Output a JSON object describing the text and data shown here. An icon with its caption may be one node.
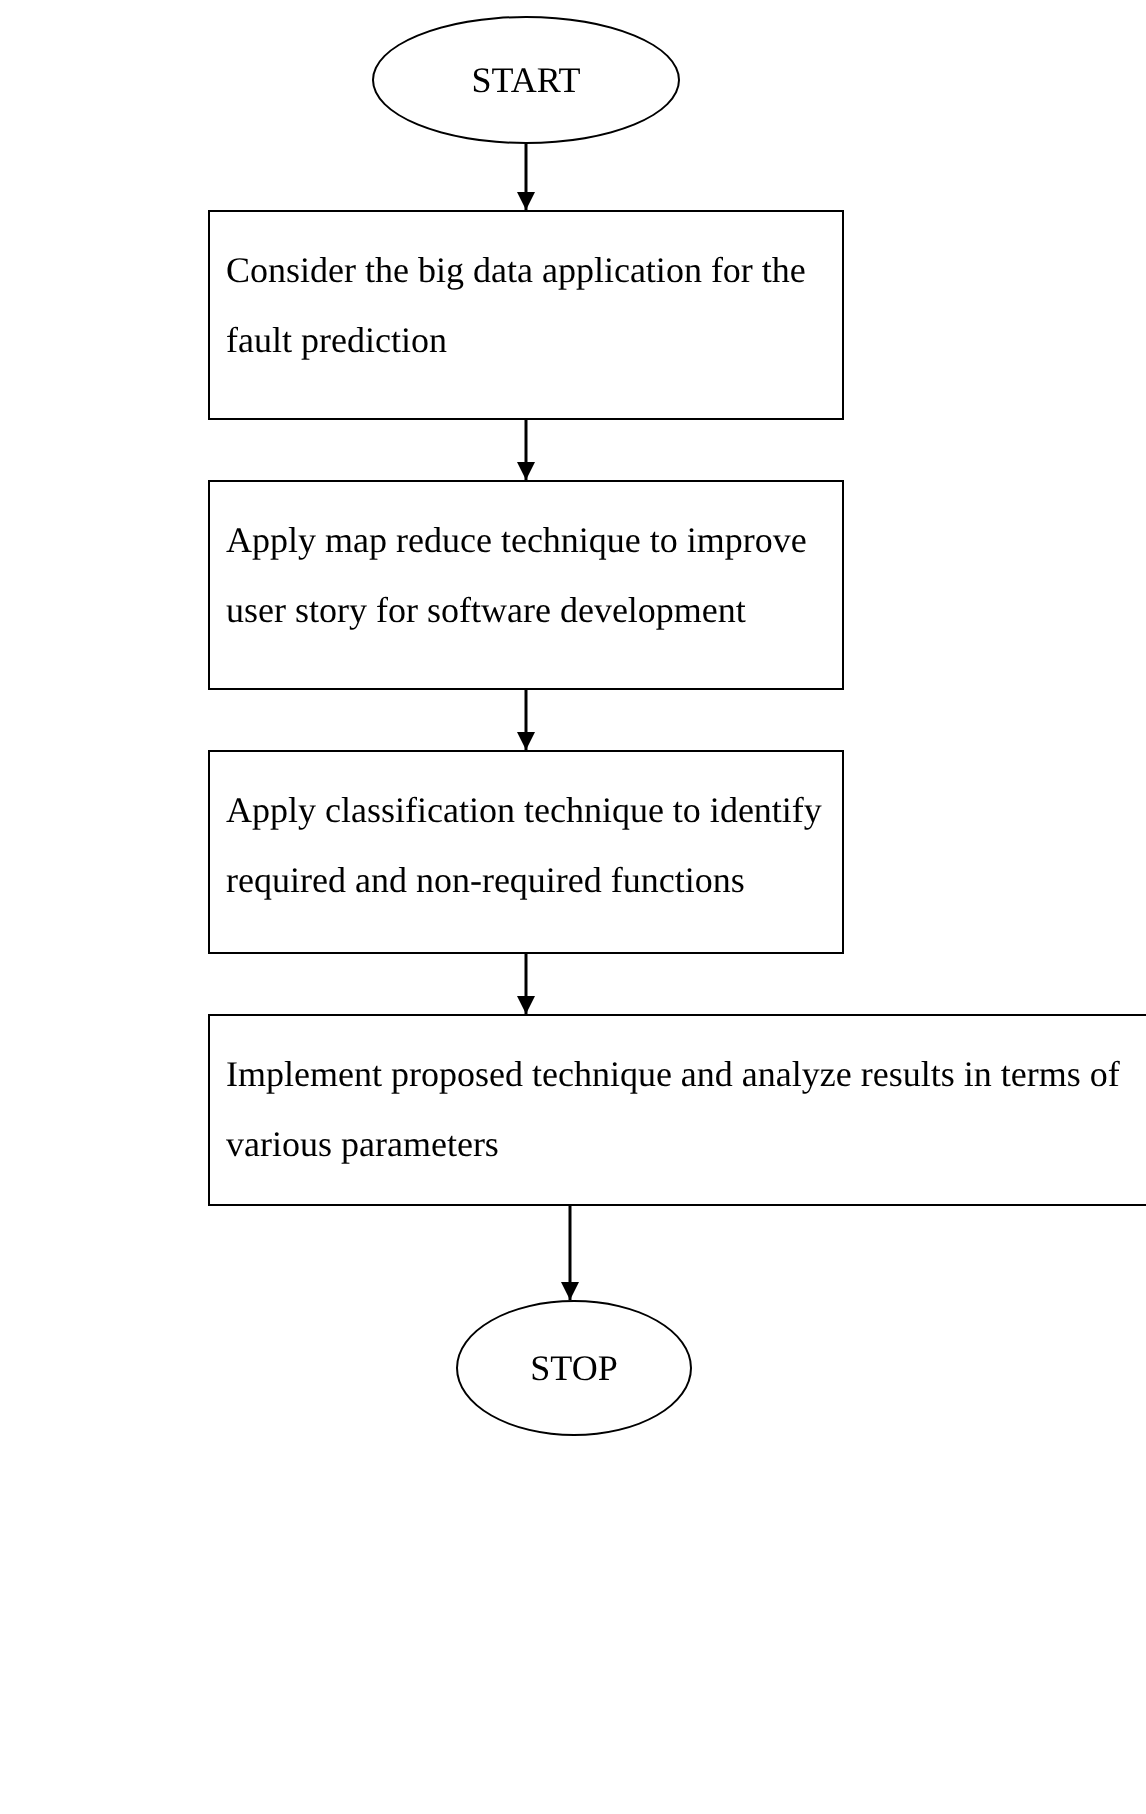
{
  "diagram": {
    "nodes": [
      {
        "text": [
          "START"
        ]
      },
      {
        "text": [
          "Consider the big data application for the fault prediction"
        ]
      },
      {
        "text": [
          "Apply map reduce technique to improve user story for software development"
        ]
      },
      {
        "text": [
          "Apply classification technique to identify required and non-required functions"
        ]
      },
      {
        "text": [
          "Implement proposed technique and analyze results in terms of various parameters"
        ]
      },
      {
        "text": [
          "STOP"
        ]
      }
    ],
    "edges": [
      {
        "from": 0,
        "to": 1,
        "arrow": "to"
      },
      {
        "from": 1,
        "to": 2,
        "arrow": "to"
      },
      {
        "from": 2,
        "to": 3,
        "arrow": "to"
      },
      {
        "from": 3,
        "to": 4,
        "arrow": "to"
      },
      {
        "from": 4,
        "to": 5,
        "arrow": "to"
      }
    ]
  }
}
